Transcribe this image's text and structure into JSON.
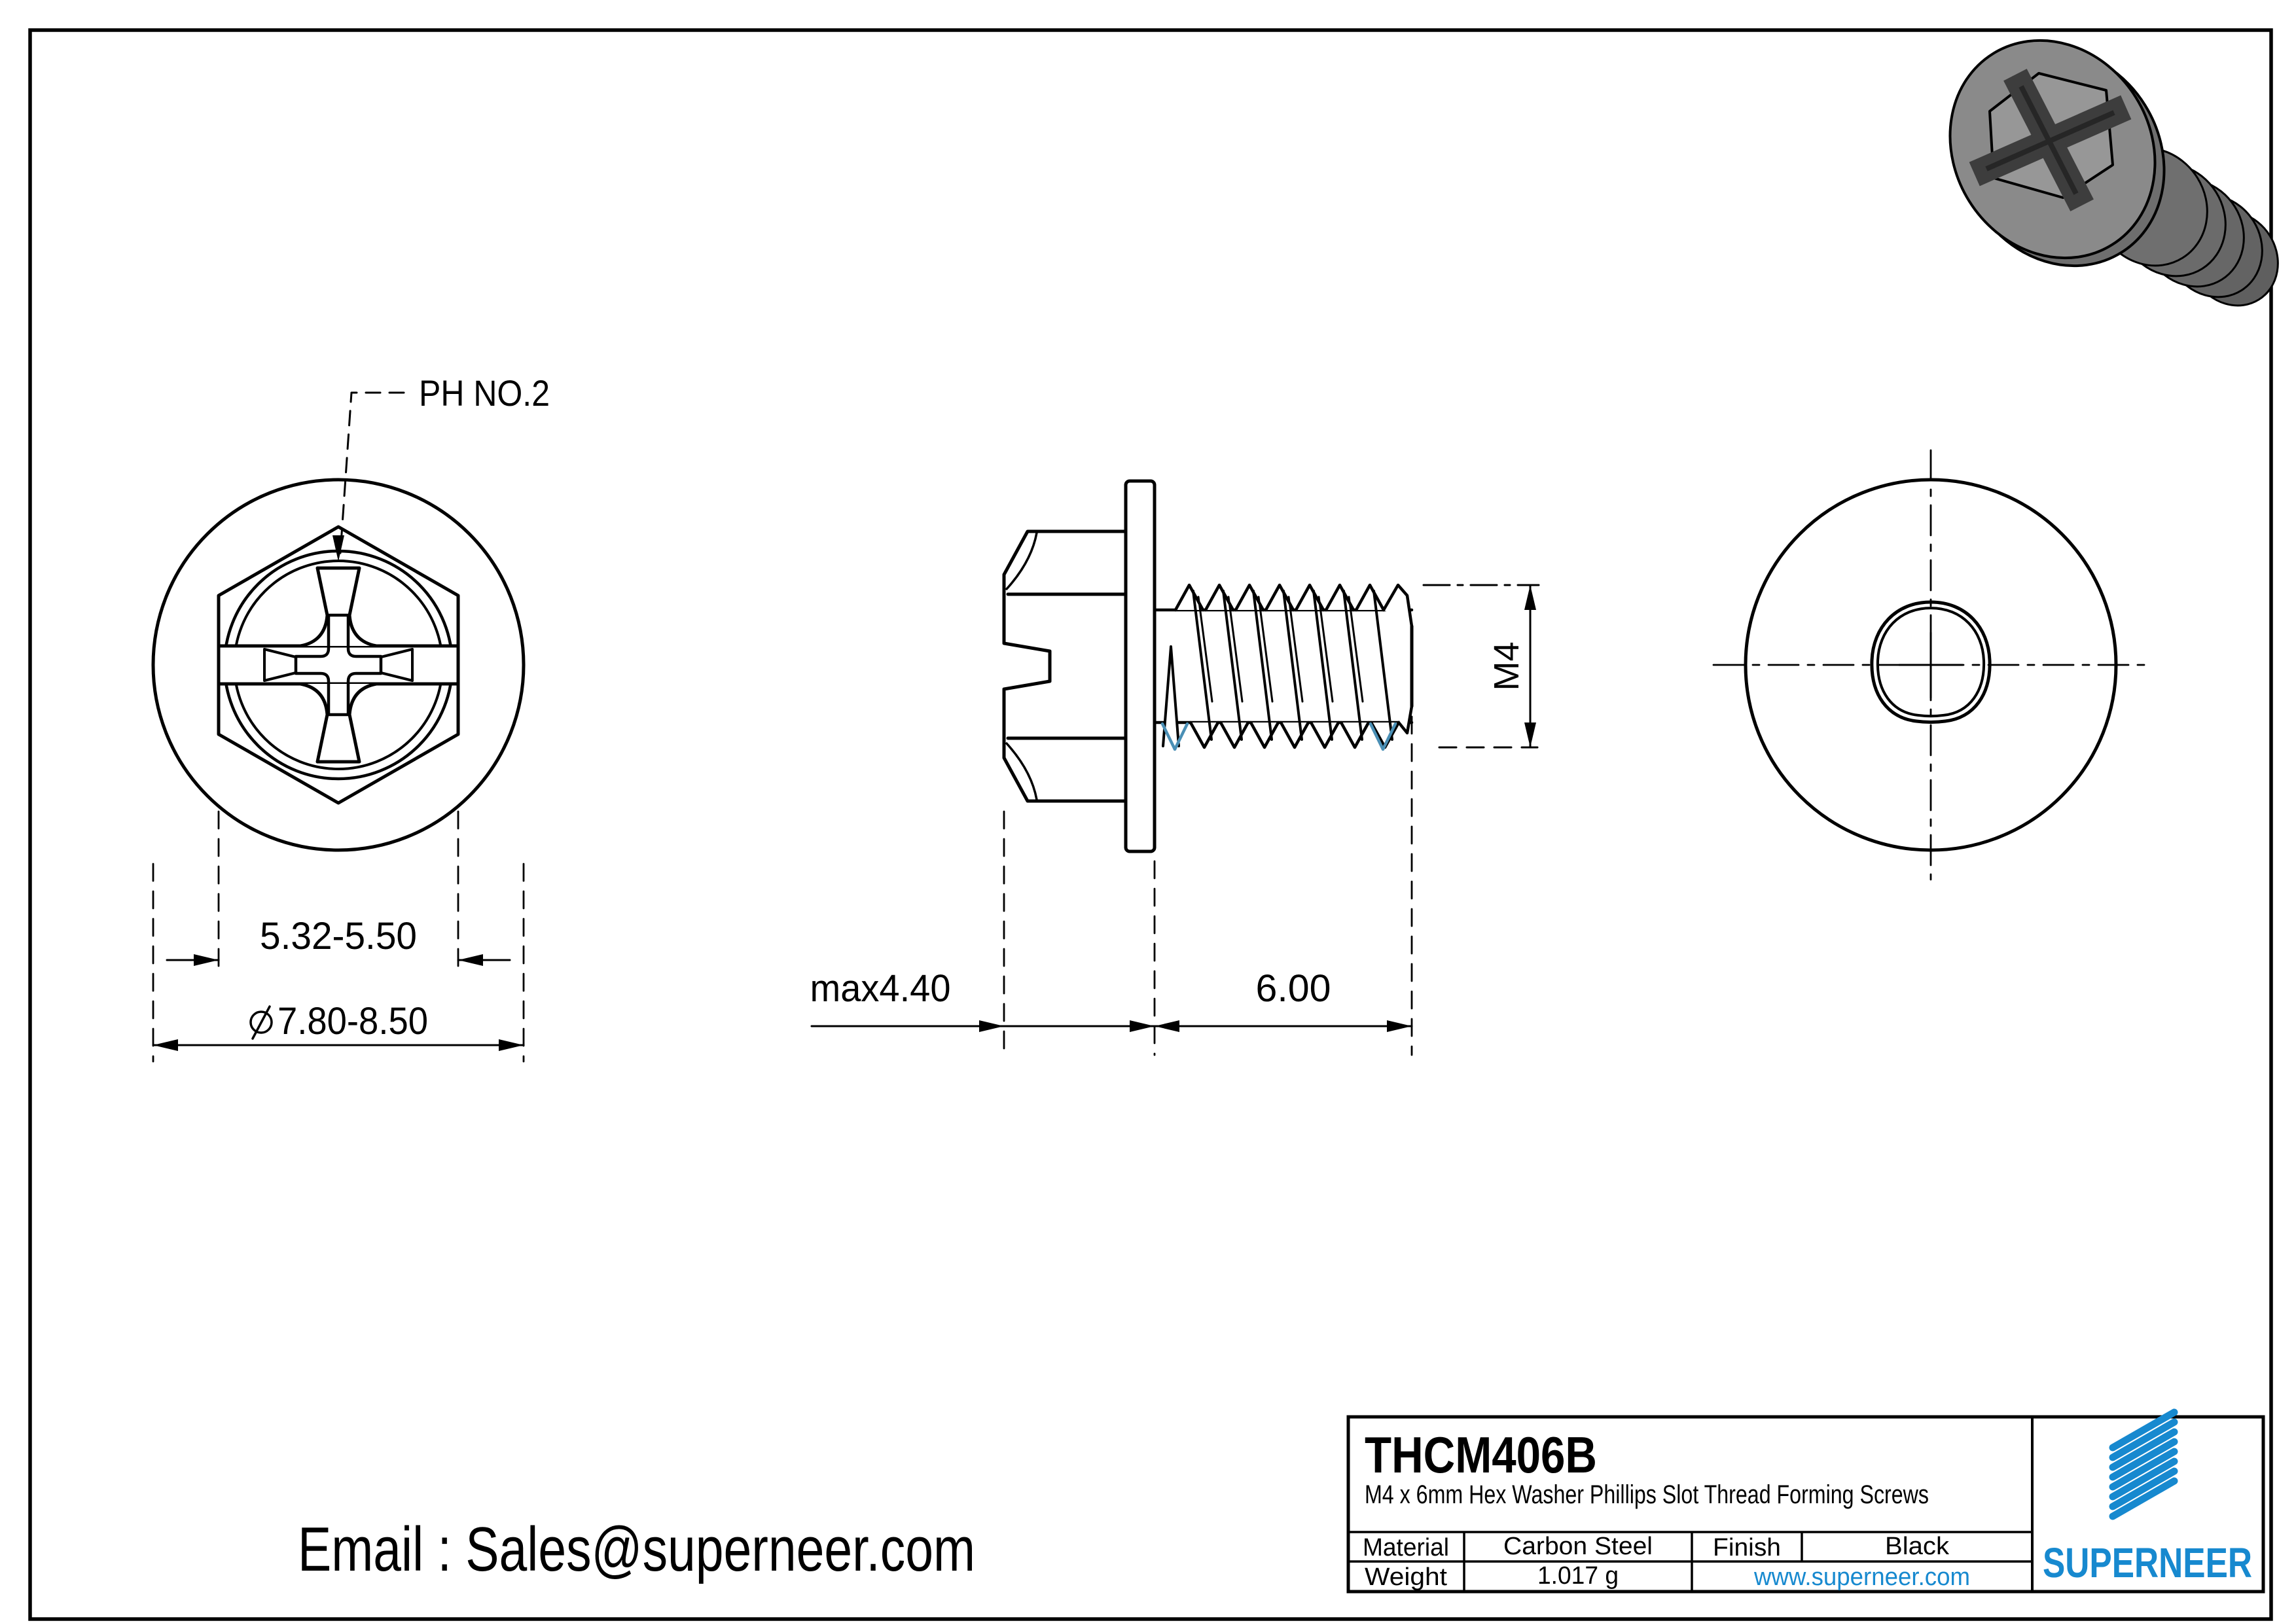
{
  "page": {
    "background": "#ffffff",
    "line_color": "#000000"
  },
  "accent": {
    "brand_blue": "#1789cf",
    "thread_highlight_blue": "#4a8fb5"
  },
  "views": {
    "front": {
      "callout": "PH NO.2",
      "hex_width_dim": "5.32-5.50",
      "diameter_symbol": "⌀",
      "washer_dia_dim": "7.80-8.50"
    },
    "side": {
      "head_length_dim": "max4.40",
      "thread_length_dim": "6.00",
      "thread_size_dim": "M4"
    }
  },
  "footer": {
    "email": "Email : Sales@superneer.com"
  },
  "title_block": {
    "part_number": "THCM406B",
    "description": "M4 x 6mm Hex Washer Phillips Slot Thread Forming  Screws",
    "material_label": "Material",
    "material_value": "Carbon Steel",
    "finish_label": "Finish",
    "finish_value": "Black",
    "weight_label": "Weight",
    "weight_value": "1.017 g",
    "website": "www.superneer.com",
    "brand": "SUPERNEER"
  }
}
